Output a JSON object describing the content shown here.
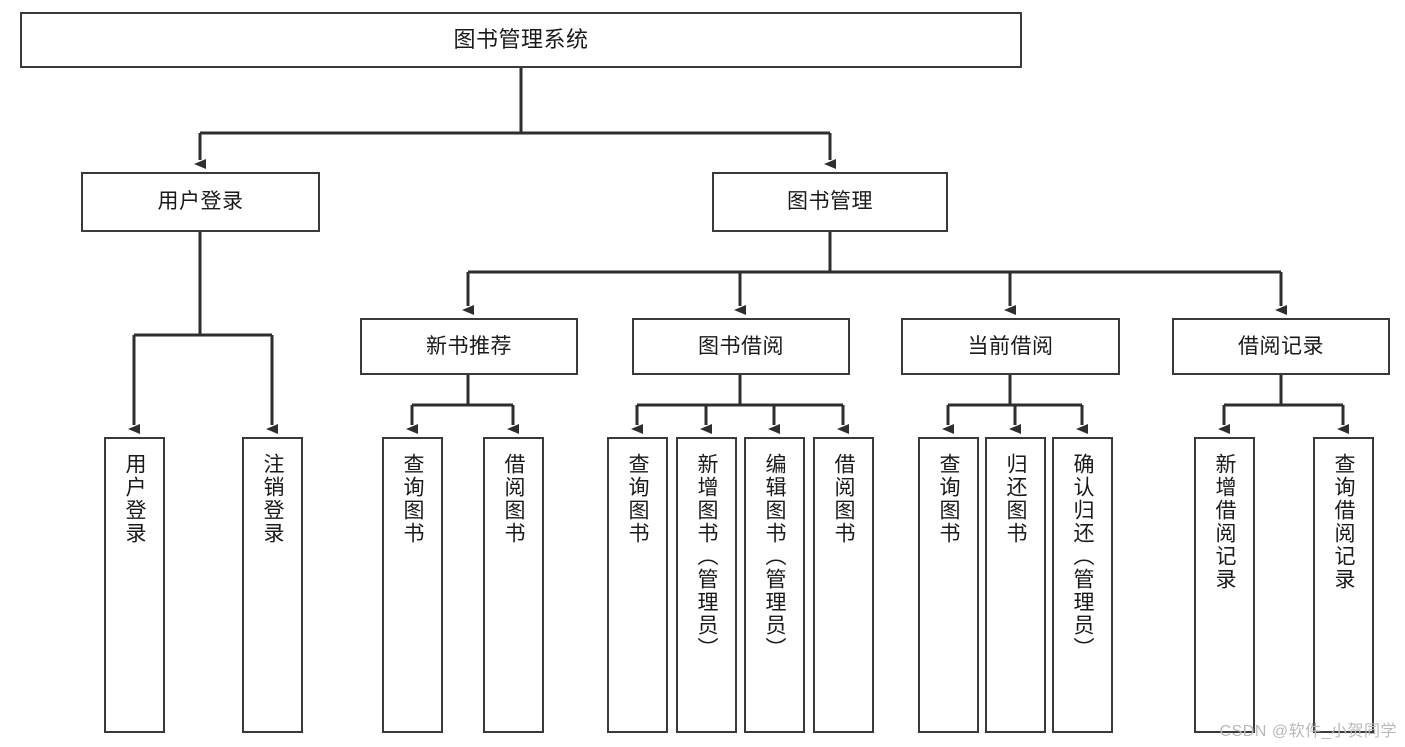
{
  "diagram": {
    "title": "图书管理系统",
    "watermark": "CSDN @软件_小贺同学",
    "levels": {
      "root": {
        "label": "图书管理系统"
      },
      "level1": [
        {
          "label": "用户登录"
        },
        {
          "label": "图书管理"
        }
      ],
      "level2": [
        {
          "label": "新书推荐"
        },
        {
          "label": "图书借阅"
        },
        {
          "label": "当前借阅"
        },
        {
          "label": "借阅记录"
        }
      ],
      "leaves_user_login": [
        {
          "label": "用户登录"
        },
        {
          "label": "注销登录"
        }
      ],
      "leaves_new_book": [
        {
          "label": "查询图书"
        },
        {
          "label": "借阅图书"
        }
      ],
      "leaves_borrow": [
        {
          "label": "查询图书"
        },
        {
          "label": "新增图书（管理员）"
        },
        {
          "label": "编辑图书（管理员）"
        },
        {
          "label": "借阅图书"
        }
      ],
      "leaves_current": [
        {
          "label": "查询图书"
        },
        {
          "label": "归还图书"
        },
        {
          "label": "确认归还（管理员）"
        }
      ],
      "leaves_record": [
        {
          "label": "新增借阅记录"
        },
        {
          "label": "查询借阅记录"
        }
      ]
    },
    "colors": {
      "stroke": "#3a3a3a",
      "fill": "#ffffff",
      "text": "#1a1a1a",
      "watermark": "#b9b9b9"
    }
  }
}
